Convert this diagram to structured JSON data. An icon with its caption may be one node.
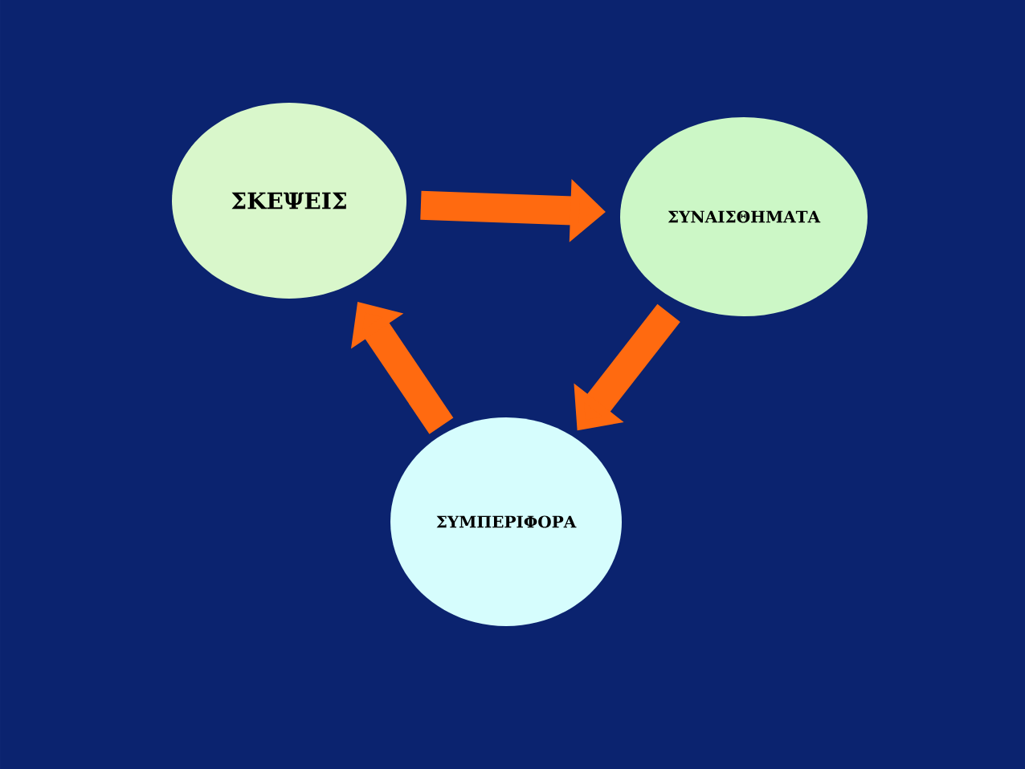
{
  "diagram": {
    "nodes": [
      {
        "text": [
          "ΣΚΕΨΕΙΣ"
        ]
      },
      {
        "text": [
          "ΣΥΝΑΙΣΘΗΜΑΤΑ"
        ]
      },
      {
        "text": [
          "ΣΥΜΠΕΡΙΦΟΡΑ"
        ]
      }
    ],
    "edges": [
      {
        "from": 0,
        "to": 1,
        "arrow": "to"
      },
      {
        "from": 1,
        "to": 2,
        "arrow": "to"
      },
      {
        "from": 2,
        "to": 0,
        "arrow": "to"
      }
    ]
  }
}
